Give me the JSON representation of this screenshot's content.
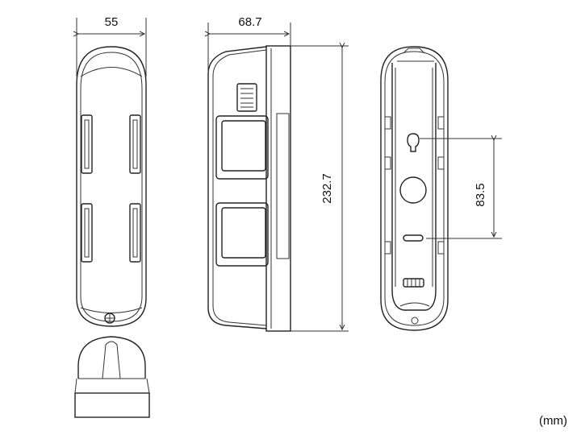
{
  "dimensions": {
    "width_front": "55",
    "depth_side": "68.7",
    "height_total": "232.7",
    "mount_spacing": "83.5"
  },
  "unit_label": "(mm)",
  "views": {
    "front": "front-view",
    "side": "side-view",
    "back": "back-view",
    "cap": "cap-accessory"
  }
}
